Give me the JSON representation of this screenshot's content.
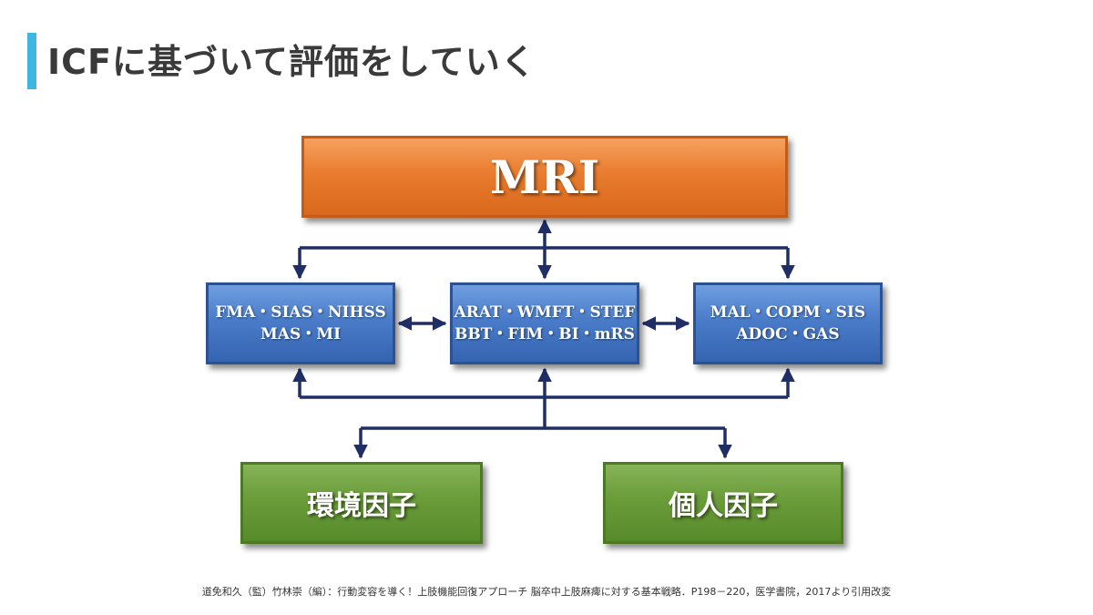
{
  "title": "ICFに基づいて評価をしていく",
  "colors": {
    "accent": "#3fb6e0",
    "mri": "#e97c2e",
    "assessment": "#4a7cc9",
    "factor": "#6a9c3a",
    "connector": "#1f2f66"
  },
  "diagram": {
    "top": {
      "label": "MRI"
    },
    "assessments": [
      {
        "line1": "FMA・SIAS・NIHSS",
        "line2": "MAS・MI"
      },
      {
        "line1": "ARAT・WMFT・STEF",
        "line2": "BBT・FIM・BI・mRS"
      },
      {
        "line1": "MAL・COPM・SIS",
        "line2": "ADOC・GAS"
      }
    ],
    "factors": [
      {
        "label": "環境因子"
      },
      {
        "label": "個人因子"
      }
    ]
  },
  "citation": "道免和久（監）竹林崇（編）：行動変容を導く！上肢機能回復アプローチ 脳卒中上肢麻痺に対する基本戦略．P198－220，医学書院，2017より引用改変"
}
